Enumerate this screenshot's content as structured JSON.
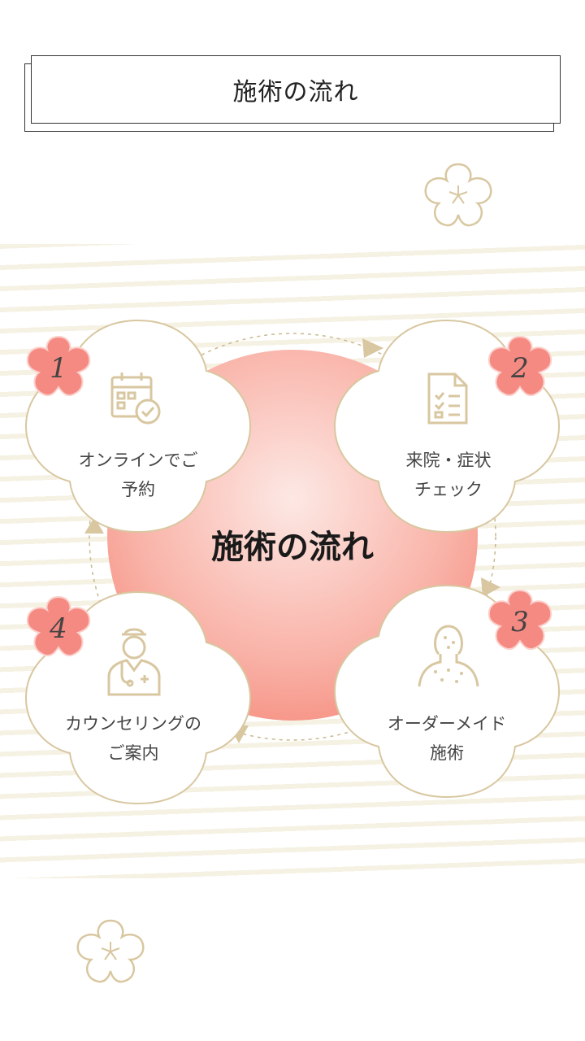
{
  "header": {
    "title": "施術の流れ"
  },
  "center": {
    "title": "施術の流れ"
  },
  "steps": [
    {
      "number": "1",
      "line1": "オンラインでご",
      "line2": "予約",
      "icon": "calendar-check-icon"
    },
    {
      "number": "2",
      "line1": "来院・症状",
      "line2": "チェック",
      "icon": "checklist-document-icon"
    },
    {
      "number": "3",
      "line1": "オーダーメイド",
      "line2": "施術",
      "icon": "body-treatment-icon"
    },
    {
      "number": "4",
      "line1": "カウンセリングの",
      "line2": "ご案内",
      "icon": "doctor-icon"
    }
  ],
  "colors": {
    "accent": "#f47b6b",
    "gold": "#d8c7a0",
    "badge": "#f58a82",
    "text": "#444444"
  }
}
